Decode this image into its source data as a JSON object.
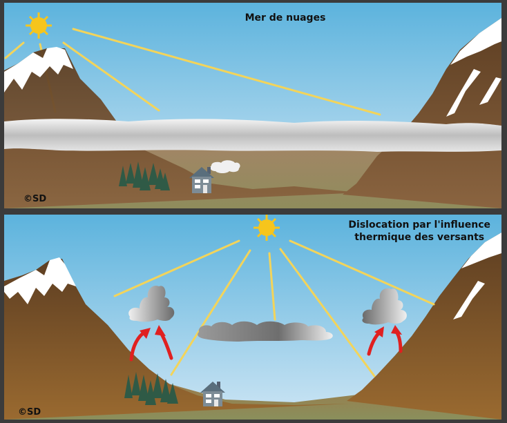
{
  "top_panel": {
    "title": "Mer de nuages",
    "copyright": "©SD"
  },
  "bottom_panel": {
    "title_line1": "Dislocation par l'influence",
    "title_line2": "thermique des versants",
    "copyright": "©SD"
  },
  "colors": {
    "sky": "#5bb0dc",
    "sun": "#f6c51c",
    "sunray": "#f3d45a",
    "mountain": "#6b4a2c",
    "valley": "#8a6a4a",
    "snow": "#ffffff",
    "cloud": "#c7c7c7",
    "thermal_arrow": "#e02020",
    "tree": "#2f5a46",
    "house": "#566a78"
  }
}
